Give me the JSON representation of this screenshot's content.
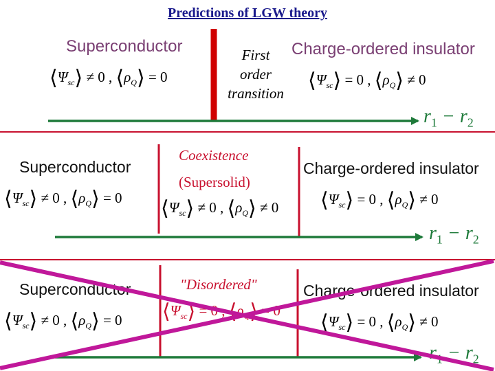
{
  "title": "Predictions of LGW theory",
  "axis_label": {
    "r1": "r",
    "r1_sub": "1",
    "minus": " − ",
    "r2": "r",
    "r2_sub": "2"
  },
  "panel1": {
    "left_phase": "Superconductor",
    "right_phase": "Charge-ordered insulator",
    "transition": [
      "First",
      "order",
      "transition"
    ],
    "left_eq": {
      "psi": "Ψ",
      "sub": "sc",
      "rel1": "≠ 0 ,",
      "rho": "ρ",
      "rho_sub": "Q",
      "rel2": "= 0"
    },
    "right_eq": {
      "psi": "Ψ",
      "sub": "sc",
      "rel1": "= 0 ,",
      "rho": "ρ",
      "rho_sub": "Q",
      "rel2": "≠ 0"
    }
  },
  "panel2": {
    "left_phase": "Superconductor",
    "middle_title": "Coexistence",
    "middle_sub": "(Supersolid)",
    "right_phase": "Charge-ordered insulator",
    "left_eq": {
      "psi": "Ψ",
      "sub": "sc",
      "rel1": "≠ 0 ,",
      "rho": "ρ",
      "rho_sub": "Q",
      "rel2": "= 0"
    },
    "middle_eq": {
      "psi": "Ψ",
      "sub": "sc",
      "rel1": "≠ 0 ,",
      "rho": "ρ",
      "rho_sub": "Q",
      "rel2": "≠ 0"
    },
    "right_eq": {
      "psi": "Ψ",
      "sub": "sc",
      "rel1": "= 0 ,",
      "rho": "ρ",
      "rho_sub": "Q",
      "rel2": "≠ 0"
    }
  },
  "panel3": {
    "left_phase": "Superconductor",
    "middle_title": "\"Disordered\"",
    "right_phase": "Charge-ordered insulator",
    "left_eq": {
      "psi": "Ψ",
      "sub": "sc",
      "rel1": "≠ 0 ,",
      "rho": "ρ",
      "rho_sub": "Q",
      "rel2": "= 0"
    },
    "middle_eq": {
      "psi": "Ψ",
      "sub": "sc",
      "rel1": "= 0 ,",
      "rho": "ρ",
      "rho_sub": "Q",
      "rel2": "= 0"
    },
    "right_eq": {
      "psi": "Ψ",
      "sub": "sc",
      "rel1": "= 0 ,",
      "rho": "ρ",
      "rho_sub": "Q",
      "rel2": "≠ 0"
    }
  },
  "colors": {
    "axis": "#1e7a3a",
    "divider": "#c8102e",
    "cross": "#c0189a",
    "title": "#1a1a8c"
  }
}
